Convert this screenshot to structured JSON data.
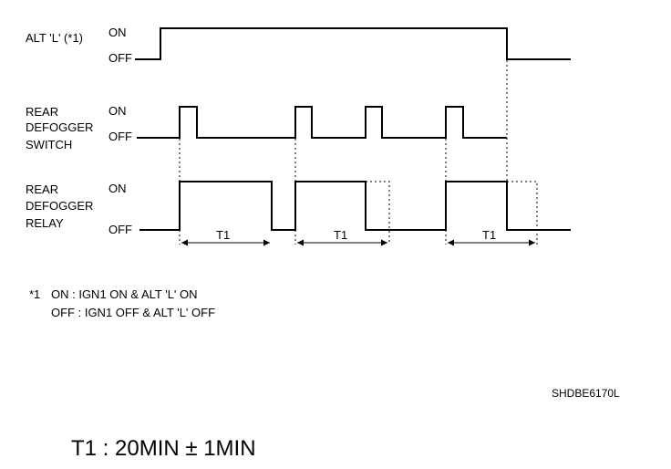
{
  "signals": [
    {
      "name_lines": [
        "ALT 'L' (*1)"
      ],
      "on": "ON",
      "off": "OFF"
    },
    {
      "name_lines": [
        "REAR",
        "DEFOGGER",
        "SWITCH"
      ],
      "on": "ON",
      "off": "OFF"
    },
    {
      "name_lines": [
        "REAR",
        "DEFOGGER",
        "RELAY"
      ],
      "on": "ON",
      "off": "OFF"
    }
  ],
  "interval_label": "T1",
  "footnote": {
    "marker": "*1",
    "line1": "ON : IGN1 ON & ALT 'L' ON",
    "line2": "OFF : IGN1 OFF & ALT 'L' OFF"
  },
  "figure_code": "SHDBE6170L",
  "t1_definition": "T1 : 20MIN ± 1MIN"
}
